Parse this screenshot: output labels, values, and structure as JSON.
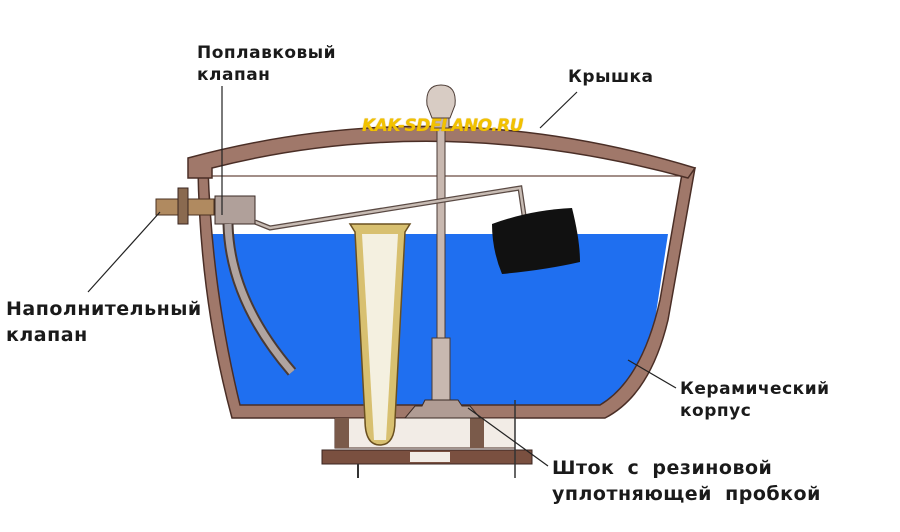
{
  "labels": {
    "float_valve": [
      "Поплавковый",
      "клапан"
    ],
    "lid": "Крышка",
    "fill_valve": [
      "Наполнительный",
      "клапан"
    ],
    "ceramic_body": [
      "Керамический",
      "корпус"
    ],
    "stem": [
      "Шток с резиновой",
      "уплотняющей пробкой"
    ]
  },
  "watermark": "KAK-SDELANO.RU",
  "colors": {
    "water": "#1f6ff0",
    "ceramic": "#a0786a",
    "ceramic_dark": "#5a3a30",
    "overflow_tube": "#d8c070",
    "float": "#111111",
    "watermark": "#f2c200"
  }
}
